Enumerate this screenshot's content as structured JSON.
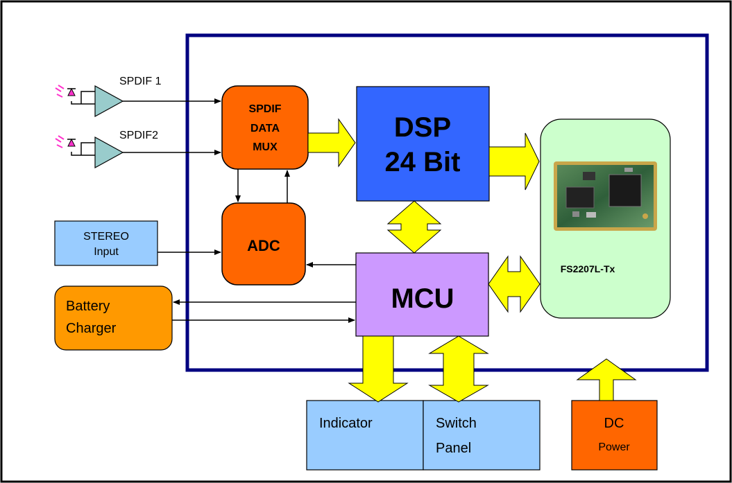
{
  "inputs": {
    "spdif1": "SPDIF 1",
    "spdif2": "SPDIF2"
  },
  "blocks": {
    "spdif_mux": [
      "SPDIF",
      "DATA",
      "MUX"
    ],
    "adc": "ADC",
    "dsp": [
      "DSP",
      "24 Bit"
    ],
    "mcu": "MCU",
    "module_label": "FS2207L-Tx",
    "stereo_input": [
      "STEREO",
      "Input"
    ],
    "battery_charger": [
      "Battery",
      "Charger"
    ],
    "indicator": "Indicator",
    "switch_panel": [
      "Switch",
      "Panel"
    ],
    "dc_power": [
      "DC",
      "Power"
    ]
  },
  "colors": {
    "mux_adc": "#ff6600",
    "dsp": "#3366ff",
    "mcu": "#cc99ff",
    "module": "#ccffcc",
    "light_blue": "#99ccff",
    "charger": "#ff9900",
    "dc": "#ff6600",
    "arrow": "#ffff00",
    "frame": "#000080",
    "buffer": "#99cccc",
    "led": "#ff33cc"
  }
}
